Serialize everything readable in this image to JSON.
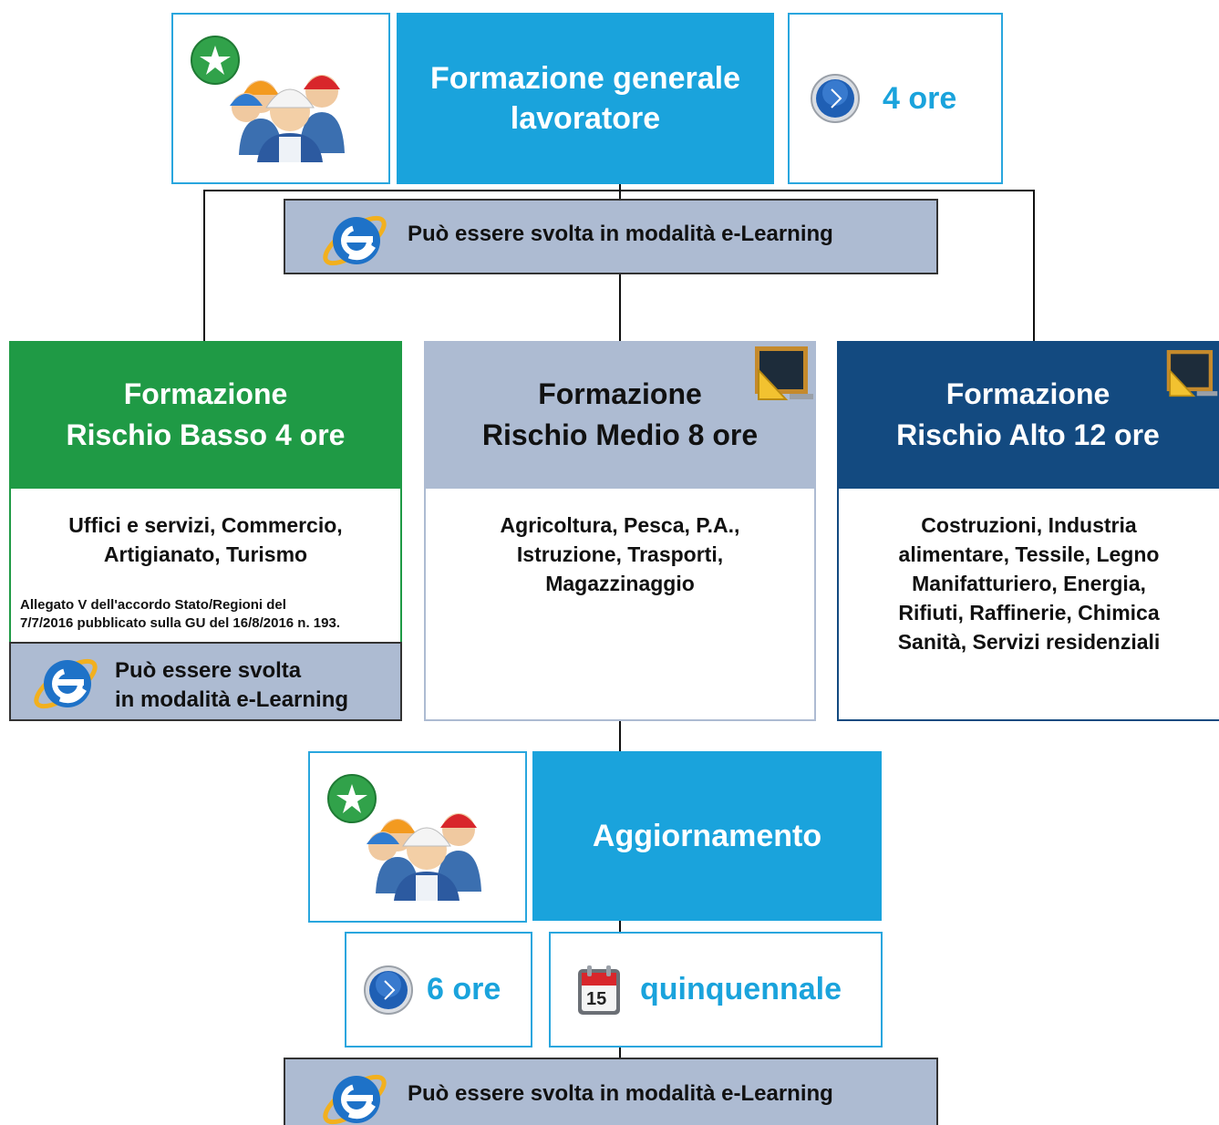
{
  "general": {
    "title_line1": "Formazione generale",
    "title_line2": "lavoratore",
    "hours": "4 ore"
  },
  "elearning_label": "Può essere svolta in modalità e-Learning",
  "tiers": [
    {
      "title_line1": "Formazione",
      "title_line2": "Rischio Basso 4 ore",
      "sectors": [
        "Uffici e servizi, Commercio,",
        "Artigianato, Turismo"
      ],
      "note_line1": "Allegato V dell'accordo Stato/Regioni del",
      "note_line2": "7/7/2016 pubblicato sulla GU del 16/8/2016 n. 193.",
      "elearning_line1": "Può essere svolta",
      "elearning_line2": "in modalità e-Learning",
      "color": "#1f9a45"
    },
    {
      "title_line1": "Formazione",
      "title_line2": "Rischio Medio 8 ore",
      "sectors": [
        "Agricoltura, Pesca, P.A.,",
        "Istruzione, Trasporti,",
        "Magazzinaggio"
      ],
      "color": "#adbbd2"
    },
    {
      "title_line1": "Formazione",
      "title_line2": "Rischio Alto 12 ore",
      "sectors": [
        "Costruzioni, Industria",
        "alimentare, Tessile, Legno",
        "Manifatturiero, Energia,",
        "Rifiuti, Raffinerie, Chimica",
        "Sanità, Servizi residenziali"
      ],
      "color": "#134a80"
    }
  ],
  "update": {
    "title": "Aggiornamento",
    "hours": "6 ore",
    "frequency": "quinquennale",
    "calendar_day": "15"
  },
  "colors": {
    "accent": "#1aa3dc",
    "elearning_bg": "#adbbd2",
    "low_risk": "#1f9a45",
    "medium_risk": "#adbbd2",
    "high_risk": "#134a80"
  },
  "icons": {
    "workers": "workers-group-icon",
    "clock": "clock-icon",
    "browser": "internet-explorer-icon",
    "blackboard": "blackboard-icon",
    "calendar": "calendar-icon"
  }
}
